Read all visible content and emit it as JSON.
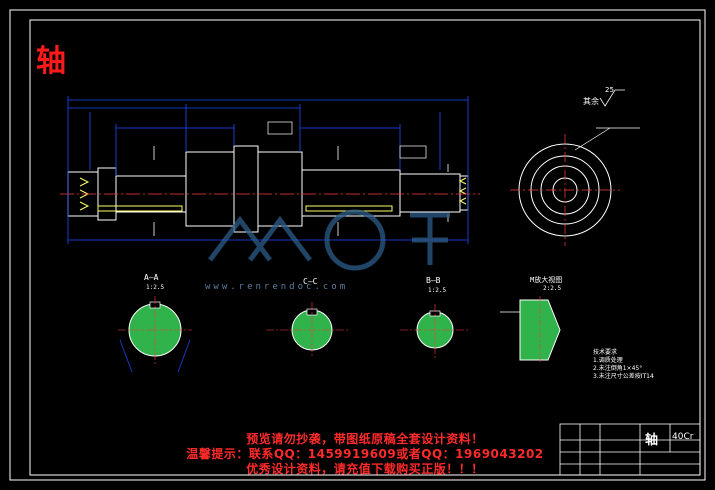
{
  "title": "轴",
  "sections": {
    "a": {
      "label": "A—A",
      "scale": "1:2.5"
    },
    "c": {
      "label": "C—C",
      "scale": ""
    },
    "b": {
      "label": "B—B",
      "scale": "1:2.5"
    },
    "m": {
      "label": "M放大视图",
      "scale": "2:2.5"
    }
  },
  "roughness": {
    "prefix": "其余",
    "value": "25"
  },
  "tech_requirements": {
    "heading": "技术要求",
    "lines": [
      "1.调质处理",
      "2.未注倒角1×45°",
      "3.未注尺寸公差按IT14"
    ]
  },
  "title_block": {
    "part_name": "轴",
    "material": "40Cr"
  },
  "watermark": {
    "url": "www.renrendoc.com"
  },
  "notice": {
    "line1": "预览请勿抄袭，带图纸原稿全套设计资料！",
    "line2": "温馨提示：联系QQ：1459919609或者QQ：1969043202",
    "line3": "优秀设计资料，请充值下载购买正版！！！"
  },
  "colors": {
    "lines": "#ffffff",
    "dims": "#1c4dff",
    "centerlines": "#ff3b3b",
    "section_fill": "#2fb34a",
    "notice": "#ff2a2a"
  }
}
